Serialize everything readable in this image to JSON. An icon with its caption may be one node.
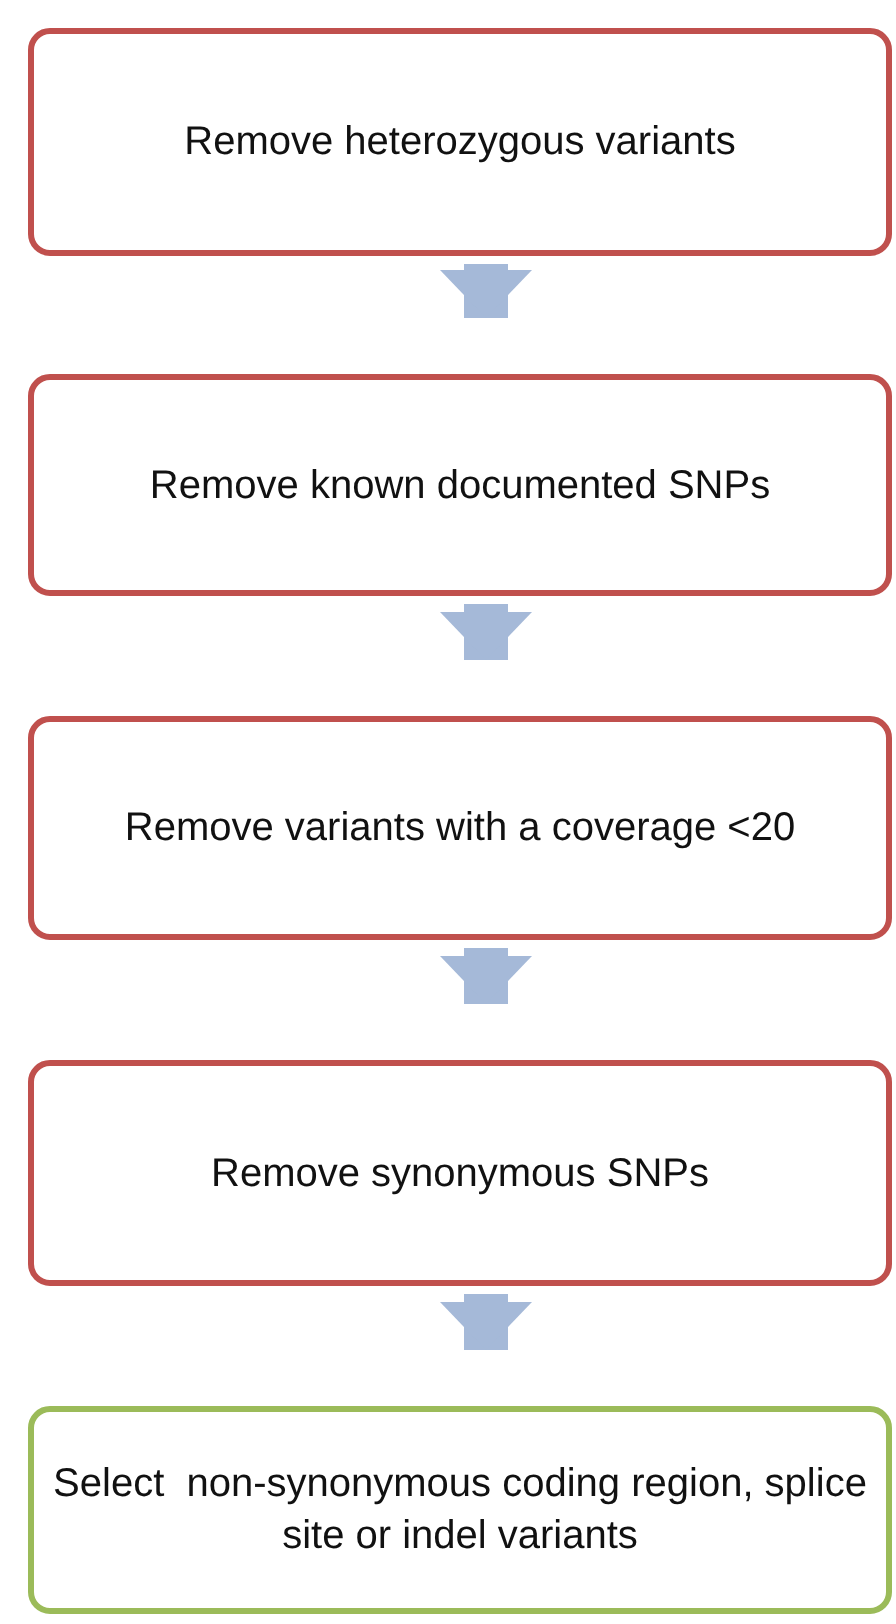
{
  "diagram": {
    "nodes": [
      {
        "text": [
          "Remove heterozygous variants"
        ]
      },
      {
        "text": [
          "Remove known documented SNPs"
        ]
      },
      {
        "text": [
          "Remove variants with a coverage <20"
        ]
      },
      {
        "text": [
          "Remove synonymous SNPs"
        ]
      },
      {
        "text": [
          "Select  non-synonymous coding region, splice site or indel variants"
        ]
      }
    ],
    "edges": [
      {
        "from": 0,
        "to": 1,
        "arrow": "to"
      },
      {
        "from": 1,
        "to": 2,
        "arrow": "to"
      },
      {
        "from": 2,
        "to": 3,
        "arrow": "to"
      },
      {
        "from": 3,
        "to": 4,
        "arrow": "to"
      }
    ]
  }
}
